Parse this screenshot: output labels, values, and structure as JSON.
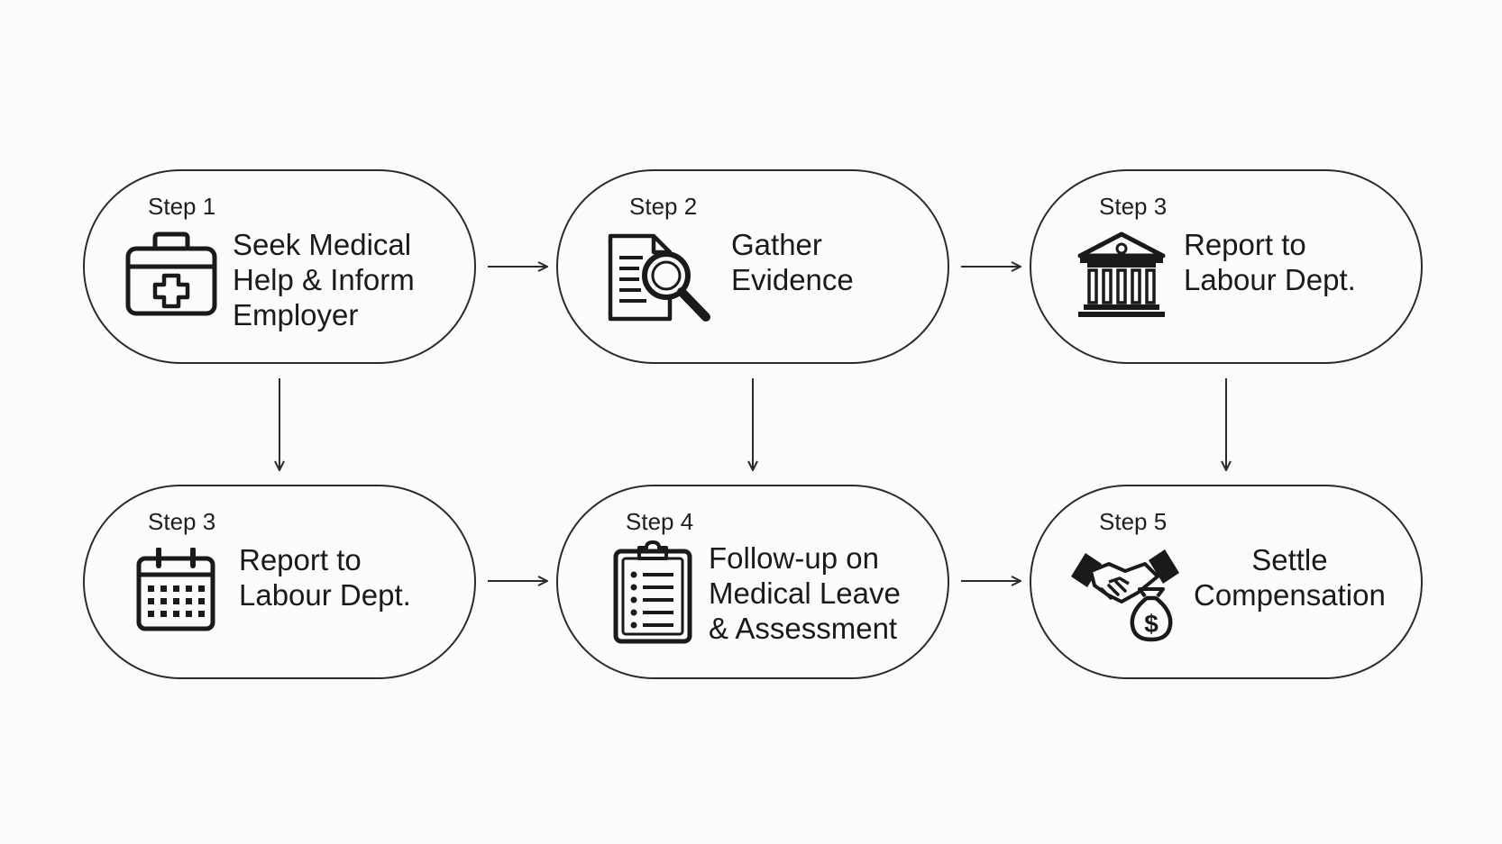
{
  "steps": [
    {
      "id": "s1",
      "label": "Step 1",
      "title": "Seek Medical\nHelp & Inform\nEmployer",
      "icon": "first-aid-kit-icon"
    },
    {
      "id": "s2",
      "label": "Step 2",
      "title": "Gather\nEvidence",
      "icon": "document-search-icon"
    },
    {
      "id": "s3",
      "label": "Step 3",
      "title": "Report to\nLabour Dept.",
      "icon": "government-building-icon"
    },
    {
      "id": "s4",
      "label": "Step 3",
      "title": "Report to\nLabour Dept.",
      "icon": "calendar-icon"
    },
    {
      "id": "s5",
      "label": "Step 4",
      "title": "Follow-up on\nMedical Leave\n& Assessment",
      "icon": "clipboard-checklist-icon"
    },
    {
      "id": "s6",
      "label": "Step 5",
      "title": "Settle\nCompensation",
      "icon": "handshake-money-bag-icon"
    }
  ],
  "connectors": [
    {
      "from": "s1",
      "to": "s2",
      "direction": "right"
    },
    {
      "from": "s2",
      "to": "s3",
      "direction": "right"
    },
    {
      "from": "s1",
      "to": "s4",
      "direction": "down"
    },
    {
      "from": "s2",
      "to": "s5",
      "direction": "down"
    },
    {
      "from": "s3",
      "to": "s6",
      "direction": "down"
    },
    {
      "from": "s4",
      "to": "s5",
      "direction": "right"
    },
    {
      "from": "s5",
      "to": "s6",
      "direction": "right"
    }
  ],
  "colors": {
    "stroke": "#2b2b2b",
    "background": "#fbfbfa",
    "text": "#1a1a1a"
  }
}
